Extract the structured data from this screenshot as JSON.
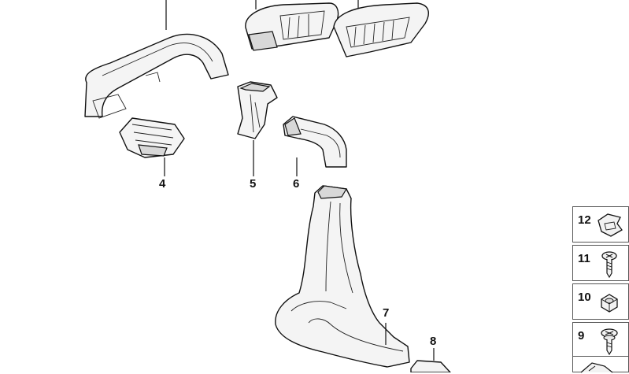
{
  "callouts": {
    "c4": "4",
    "c5": "5",
    "c6": "6",
    "c7": "7",
    "c8": "8"
  },
  "legend": [
    {
      "number": "12",
      "icon": "clip-nut-icon"
    },
    {
      "number": "11",
      "icon": "screw-icon"
    },
    {
      "number": "10",
      "icon": "hex-nut-icon"
    },
    {
      "number": "9",
      "icon": "collar-screw-icon"
    },
    {
      "number": "",
      "icon": "bracket-plate-icon"
    }
  ]
}
